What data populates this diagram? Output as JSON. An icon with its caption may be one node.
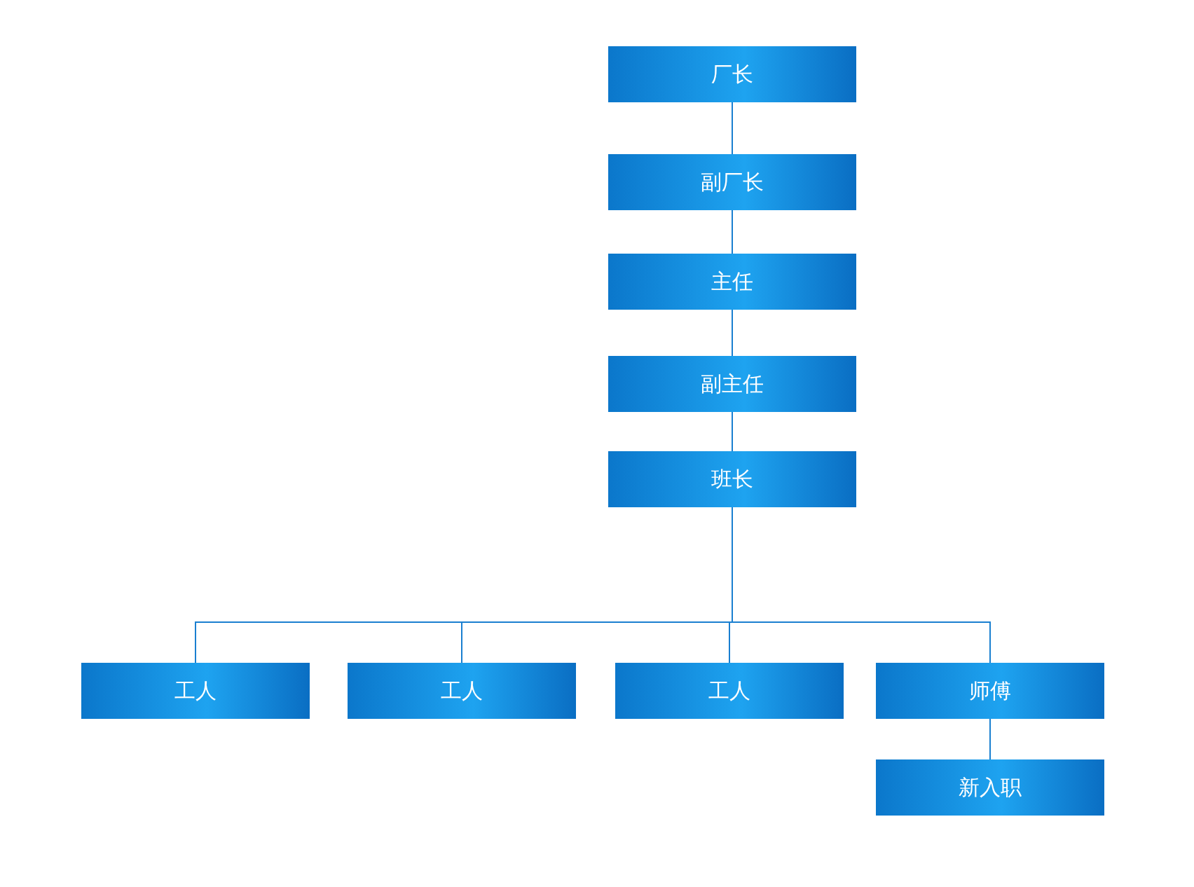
{
  "diagram": {
    "nodes": [
      {
        "text": [
          "厂长"
        ]
      },
      {
        "text": [
          "副厂长"
        ]
      },
      {
        "text": [
          "主任"
        ]
      },
      {
        "text": [
          "副主任"
        ]
      },
      {
        "text": [
          "班长"
        ]
      },
      {
        "text": [
          "工人"
        ]
      },
      {
        "text": [
          "工人"
        ]
      },
      {
        "text": [
          "工人"
        ]
      },
      {
        "text": [
          "师傅"
        ]
      },
      {
        "text": [
          "新入职"
        ]
      }
    ],
    "edges": [
      {
        "from": 0,
        "to": 1,
        "arrow": "none"
      },
      {
        "from": 1,
        "to": 2,
        "arrow": "none"
      },
      {
        "from": 2,
        "to": 3,
        "arrow": "none"
      },
      {
        "from": 3,
        "to": 4,
        "arrow": "none"
      },
      {
        "from": 4,
        "to": 5,
        "arrow": "none"
      },
      {
        "from": 4,
        "to": 6,
        "arrow": "none"
      },
      {
        "from": 4,
        "to": 7,
        "arrow": "none"
      },
      {
        "from": 4,
        "to": 8,
        "arrow": "none"
      },
      {
        "from": 8,
        "to": 9,
        "arrow": "none"
      }
    ]
  }
}
